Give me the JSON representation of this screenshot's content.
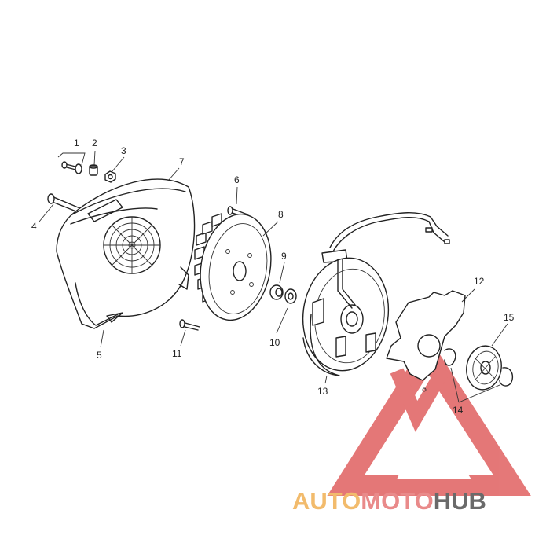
{
  "callouts": [
    {
      "label": "1"
    },
    {
      "label": "2"
    },
    {
      "label": "3"
    },
    {
      "label": "4"
    },
    {
      "label": "5"
    },
    {
      "label": "6"
    },
    {
      "label": "7"
    },
    {
      "label": "8"
    },
    {
      "label": "9"
    },
    {
      "label": "10"
    },
    {
      "label": "11"
    },
    {
      "label": "12"
    },
    {
      "label": "13"
    },
    {
      "label": "14"
    },
    {
      "label": "15"
    }
  ],
  "watermark": {
    "part1": "AUTO",
    "part2": "MOTO",
    "part3": "HUB",
    "colors": {
      "auto": "#f2bb6c",
      "moto": "#e98a8a",
      "hub": "#6a6a6a",
      "logo": "#e06060"
    }
  }
}
